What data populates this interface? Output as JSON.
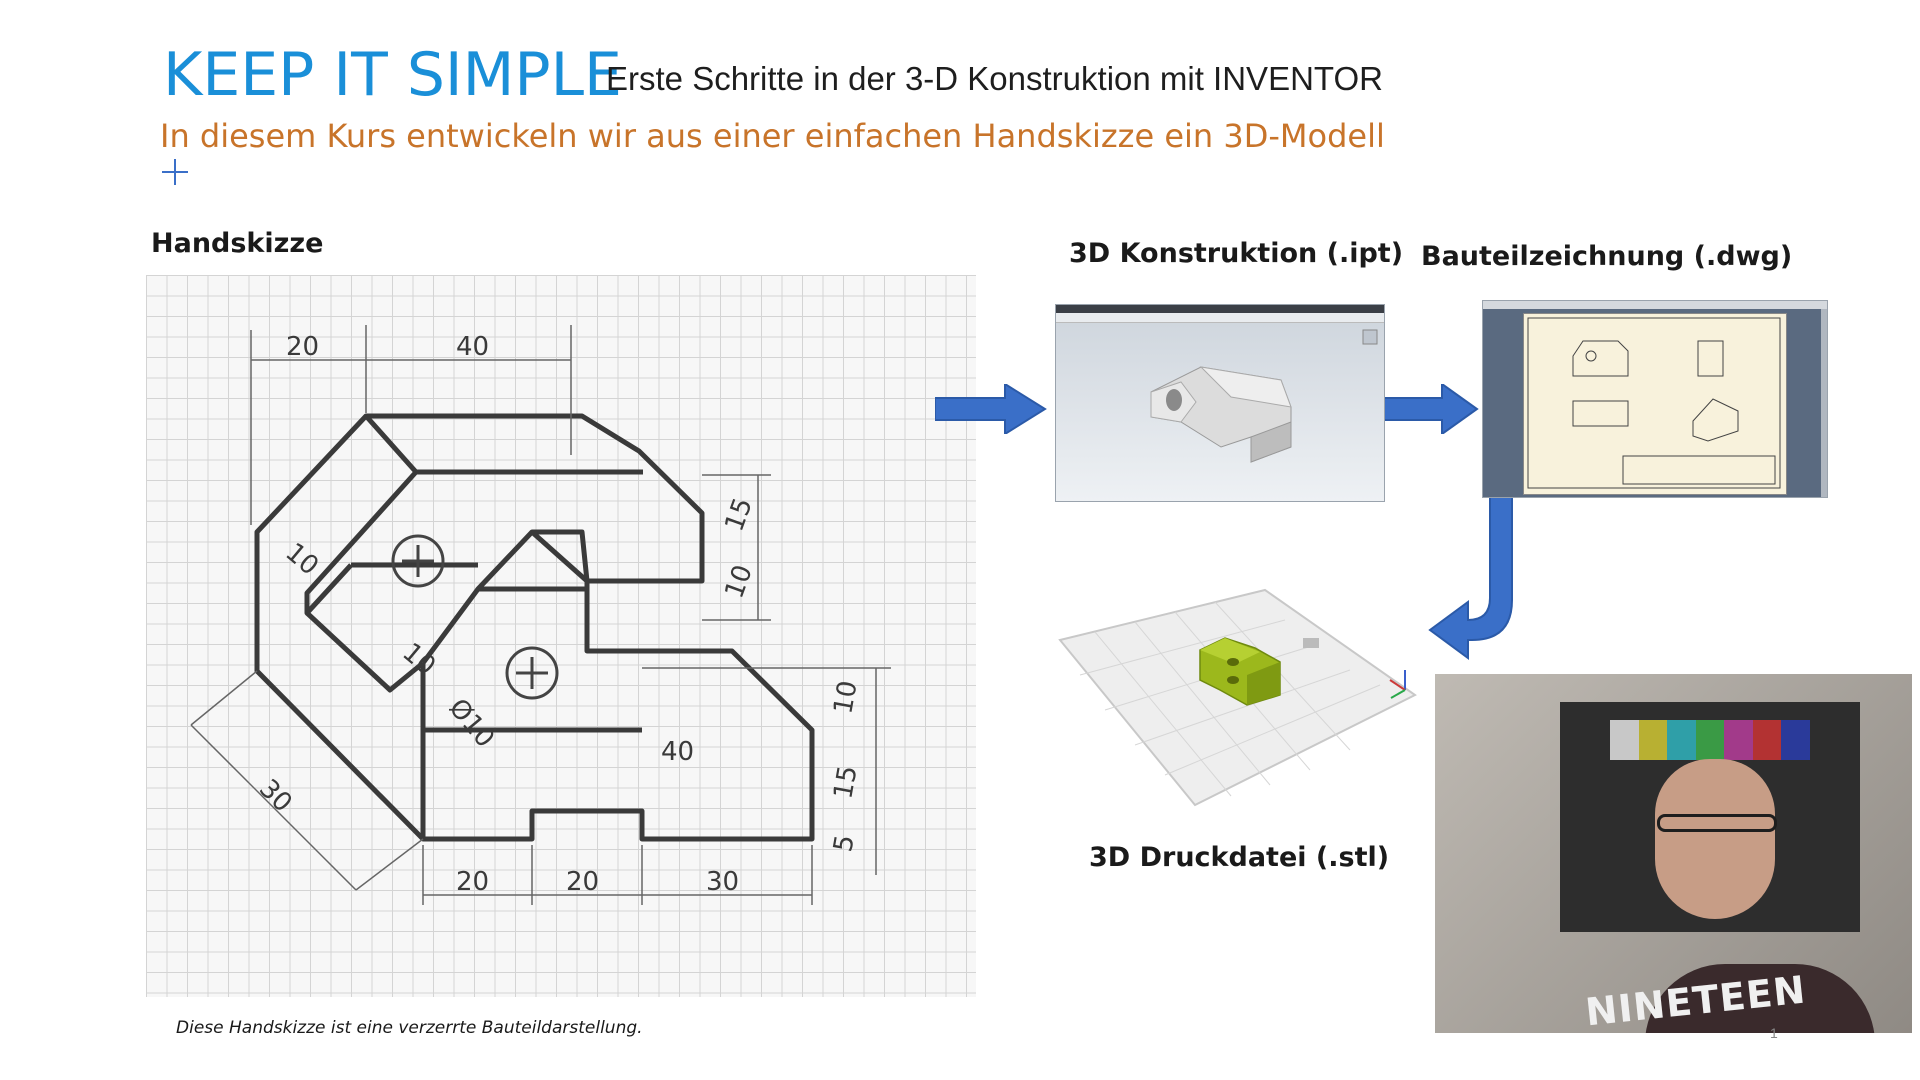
{
  "slide": {
    "title": "KEEP IT SIMPLE",
    "subtitle_right": "Erste Schritte in der 3-D Konstruktion mit INVENTOR",
    "subtitle": "In diesem Kurs entwickeln wir aus einer einfachen Handskizze ein 3D-Modell",
    "caption": "Diese Handskizze ist eine verzerrte Bauteildarstellung.",
    "page_number": "1"
  },
  "labels": {
    "handskizze": "Handskizze",
    "konstruktion": "3D Konstruktion (.ipt)",
    "zeichnung": "Bauteilzeichnung (.dwg)",
    "druckdatei": "3D Druckdatei (.stl)"
  },
  "sketch_dimensions": {
    "d1": "20",
    "d2": "40",
    "d3": "15",
    "d4": "10",
    "d5": "10",
    "d6": "10",
    "d7": "Ø10",
    "d8": "40",
    "d9": "10",
    "d10": "15",
    "d11": "5",
    "d12": "30",
    "d13": "20",
    "d14": "20",
    "d15": "30"
  },
  "webcam": {
    "shirt_text": "NINETEEN"
  },
  "colors": {
    "title_blue": "#1a8fd8",
    "subtitle_orange": "#c8742a",
    "arrow_blue": "#3a6fc8",
    "stl_green": "#9cb81c"
  }
}
